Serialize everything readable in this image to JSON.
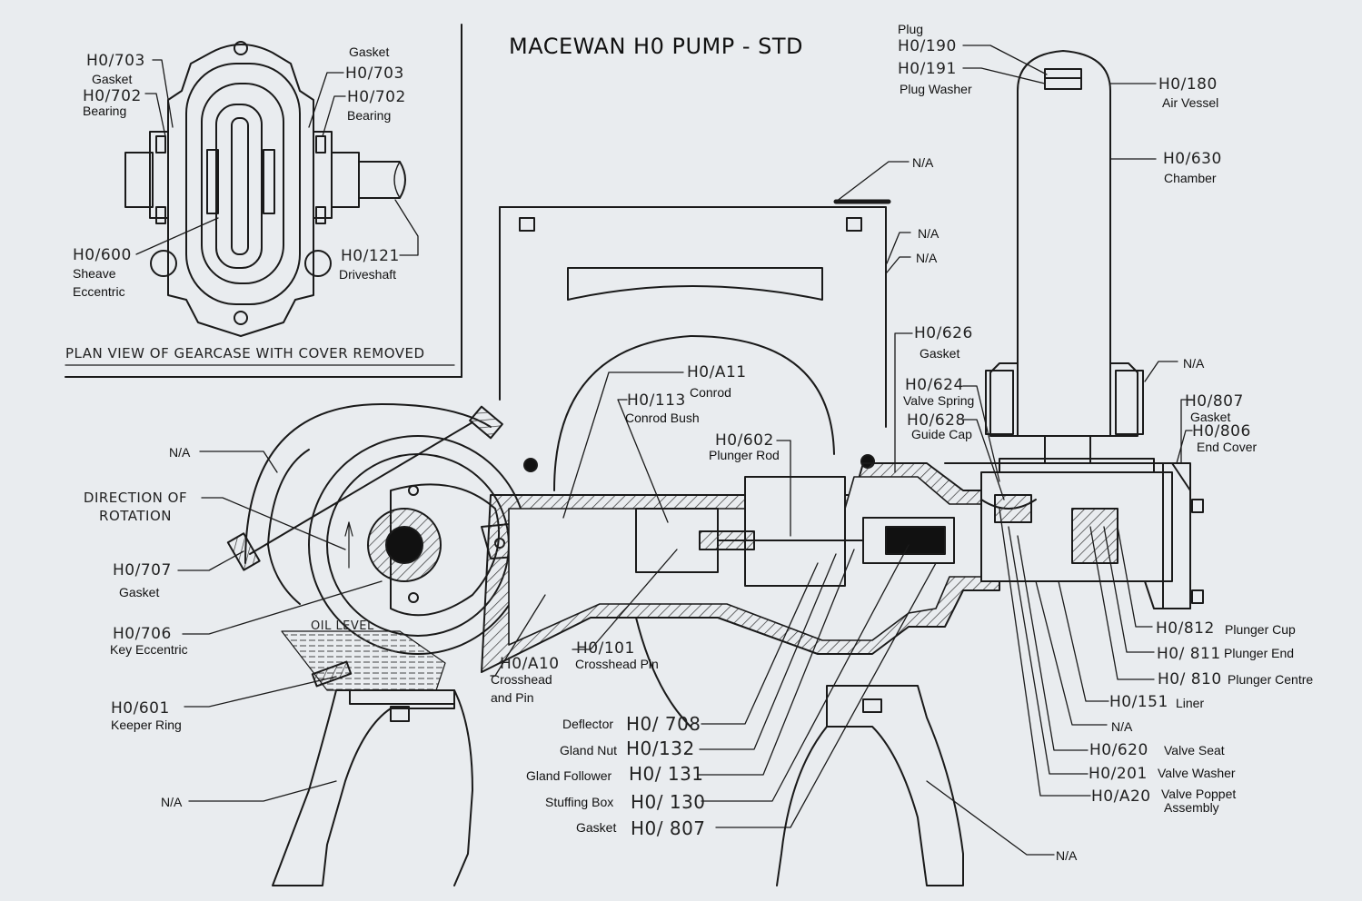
{
  "title": "MACEWAN H0 PUMP - STD",
  "inset": {
    "caption": "PLAN VIEW OF GEARCASE WITH COVER REMOVED",
    "gasket_left_code": "H0/703",
    "gasket_left_label": "Gasket",
    "bearing_left_code": "H0/702",
    "bearing_left_label": "Bearing",
    "gasket_right_label": "Gasket",
    "gasket_right_code": "H0/703",
    "bearing_right_code": "H0/702",
    "bearing_right_label": "Bearing",
    "sheave_code": "H0/600",
    "sheave_label_1": "Sheave",
    "sheave_label_2": "Eccentric",
    "driveshaft_code": "H0/121",
    "driveshaft_label": "Driveshaft"
  },
  "callouts": {
    "plug_label": "Plug",
    "plug_code": "H0/190",
    "plug_washer_code": "H0/191",
    "plug_washer_label": "Plug Washer",
    "air_vessel_code": "H0/180",
    "air_vessel_label": "Air Vessel",
    "chamber_code": "H0/630",
    "chamber_label": "Chamber",
    "na_top": "N/A",
    "na_right_1": "N/A",
    "na_right_2": "N/A",
    "gasket_626_code": "H0/626",
    "gasket_626_label": "Gasket",
    "na_right_3": "N/A",
    "valve_spring_code": "H0/624",
    "valve_spring_label": "Valve Spring",
    "guide_cap_code": "H0/628",
    "guide_cap_label": "Guide Cap",
    "gasket_807_code": "H0/807",
    "gasket_807_label": "Gasket",
    "end_cover_code": "H0/806",
    "end_cover_label": "End Cover",
    "conrod_code": "H0/A11",
    "conrod_label": "Conrod",
    "conrod_bush_code": "H0/113",
    "conrod_bush_label": "Conrod Bush",
    "plunger_rod_code": "H0/602",
    "plunger_rod_label": "Plunger Rod",
    "na_left_top": "N/A",
    "direction_1": "DIRECTION OF",
    "direction_2": "ROTATION",
    "gasket_707_code": "H0/707",
    "gasket_707_label": "Gasket",
    "key_eccentric_code": "H0/706",
    "key_eccentric_label": "Key Eccentric",
    "oil_level": "OIL LEVEL",
    "crosshead_code": "H0/A10",
    "crosshead_label_1": "Crosshead",
    "crosshead_label_2": "and Pin",
    "crosshead_pin_code": "H0/101",
    "crosshead_pin_label": "Crosshead Pin",
    "keeper_ring_code": "H0/601",
    "keeper_ring_label": "Keeper Ring",
    "na_left_bottom": "N/A",
    "deflector_label": "Deflector",
    "deflector_code": "H0/ 708",
    "gland_nut_label": "Gland Nut",
    "gland_nut_code": "H0/132",
    "gland_follower_label": "Gland Follower",
    "gland_follower_code": "H0/ 131",
    "stuffing_box_label": "Stuffing Box",
    "stuffing_box_code": "H0/ 130",
    "gasket_bottom_label": "Gasket",
    "gasket_bottom_code": "H0/ 807",
    "plunger_cup_code": "H0/812",
    "plunger_cup_label": "Plunger Cup",
    "plunger_end_code": "H0/ 811",
    "plunger_end_label": "Plunger End",
    "plunger_centre_code": "H0/ 810",
    "plunger_centre_label": "Plunger Centre",
    "liner_code": "H0/151",
    "liner_label": "Liner",
    "na_bottom_right": "N/A",
    "valve_seat_code": "H0/620",
    "valve_seat_label": "Valve Seat",
    "valve_washer_code": "H0/201",
    "valve_washer_label": "Valve Washer",
    "valve_poppet_code": "H0/A20",
    "valve_poppet_label_1": "Valve Poppet",
    "valve_poppet_label_2": "Assembly",
    "na_floor": "N/A"
  }
}
